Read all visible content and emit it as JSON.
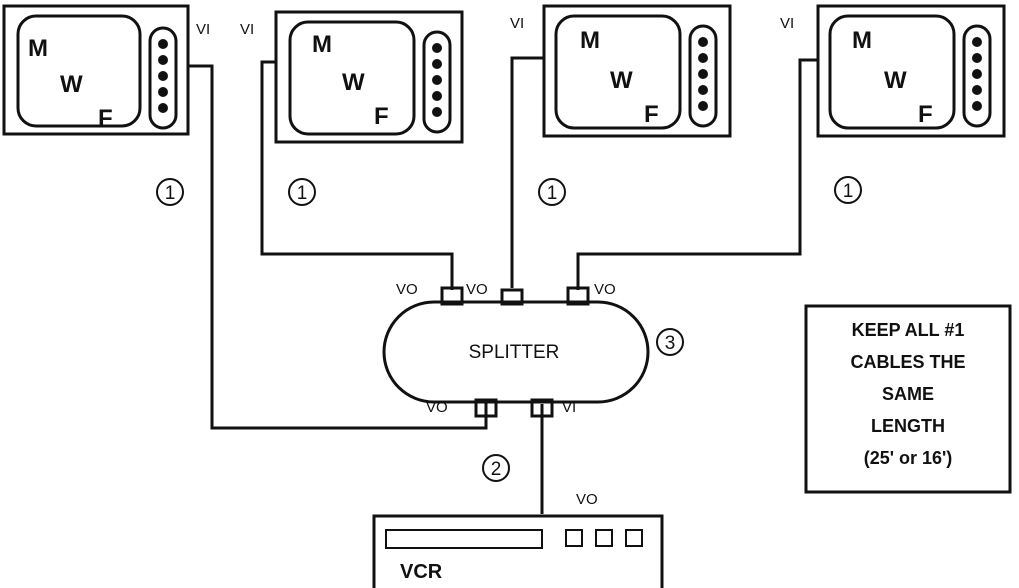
{
  "monitors": [
    {
      "letters": [
        "M",
        "W",
        "F"
      ],
      "input_label": "VI"
    },
    {
      "letters": [
        "M",
        "W",
        "F"
      ],
      "input_label": "VI"
    },
    {
      "letters": [
        "M",
        "W",
        "F"
      ],
      "input_label": "VI"
    },
    {
      "letters": [
        "M",
        "W",
        "F"
      ],
      "input_label": "VI"
    }
  ],
  "cable_markers": {
    "monitor_cable": "1",
    "vcr_cable": "2",
    "splitter": "3"
  },
  "splitter": {
    "label": "SPLITTER",
    "outputs": [
      "VO",
      "VO",
      "VO",
      "VO"
    ],
    "input": "VI"
  },
  "vcr": {
    "label": "VCR",
    "output": "VO"
  },
  "note": {
    "lines": [
      "KEEP ALL #1",
      "CABLES THE",
      "SAME",
      "LENGTH",
      "(25' or 16')"
    ]
  }
}
